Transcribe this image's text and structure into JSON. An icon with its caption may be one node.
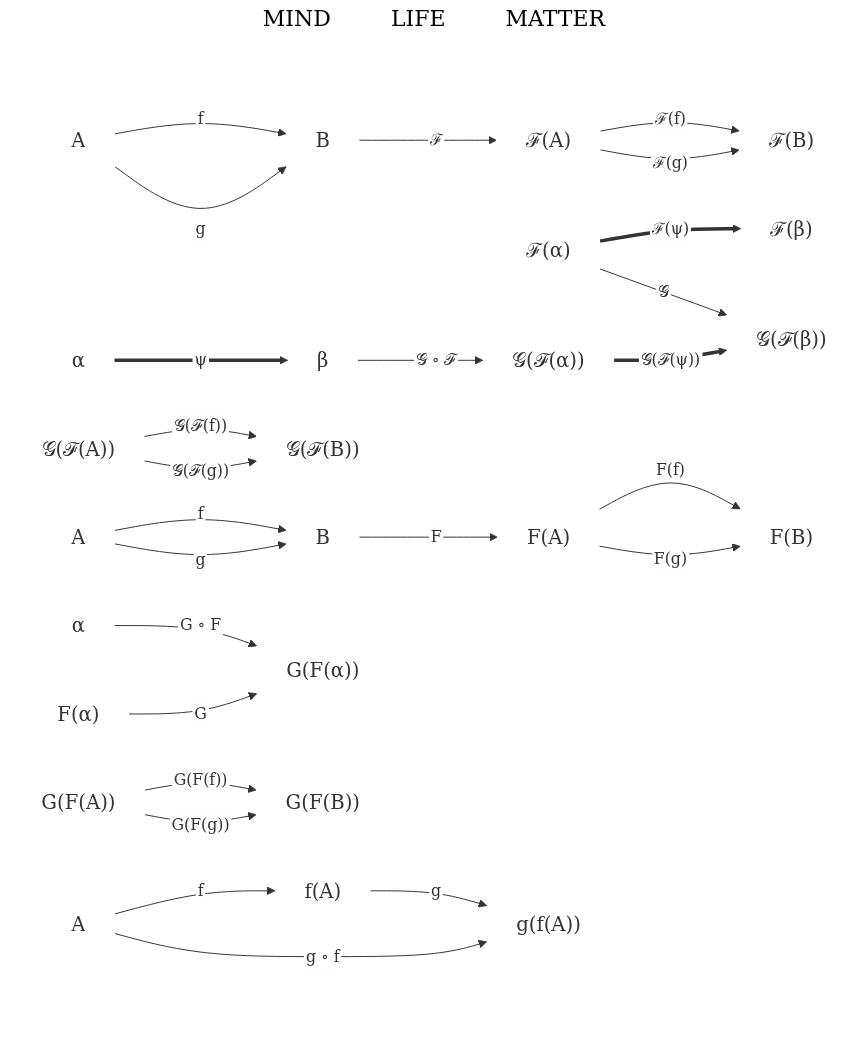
{
  "diagram": {
    "nodes": [
      {
        "text": [
          "A"
        ]
      },
      {
        "text": [
          "α"
        ]
      },
      {
        "text": [
          "β"
        ]
      },
      {
        "text": [
          "B"
        ]
      },
      {
        "text": [
          "ℱ(A)"
        ]
      },
      {
        "text": [
          "ℱ(α)"
        ]
      },
      {
        "text": [
          "ℱ(β)"
        ]
      },
      {
        "text": [
          "ℱ(B)"
        ]
      },
      {
        "text": [
          "𝒢(ℱ(A))"
        ]
      },
      {
        "text": [
          "𝒢(ℱ(α))"
        ]
      },
      {
        "text": [
          "𝒢(ℱ(β))"
        ]
      },
      {
        "text": [
          "𝒢(ℱ(B))"
        ]
      },
      {
        "text": [
          "A"
        ]
      },
      {
        "text": [
          "α"
        ]
      },
      {
        "text": [
          "B"
        ]
      },
      {
        "text": [
          "F(A)"
        ]
      },
      {
        "text": [
          "F(α)"
        ]
      },
      {
        "text": [
          "F(B)"
        ]
      },
      {
        "text": [
          "G(F(A))"
        ]
      },
      {
        "text": [
          "G(F(α))"
        ]
      },
      {
        "text": [
          "G(F(B))"
        ]
      },
      {
        "text": [
          "A"
        ]
      },
      {
        "text": [
          "f(A)"
        ]
      },
      {
        "text": [
          "g(f(A))"
        ]
      }
    ],
    "edges": [
      {
        "from": 0,
        "to": 3,
        "arrow": "to",
        "label": "f"
      },
      {
        "from": 0,
        "to": 3,
        "arrow": "to",
        "label": "g"
      },
      {
        "from": 1,
        "to": 2,
        "arrow": "to",
        "label": "ψ",
        "style": "thick"
      },
      {
        "from": 3,
        "to": 4,
        "arrow": "to",
        "label": "ℱ"
      },
      {
        "from": 4,
        "to": 7,
        "arrow": "to",
        "label": "ℱ(f)"
      },
      {
        "from": 4,
        "to": 7,
        "arrow": "to",
        "label": "ℱ(g)"
      },
      {
        "from": 5,
        "to": 6,
        "arrow": "to",
        "label": "ℱ(ψ)",
        "style": "thick"
      },
      {
        "from": 2,
        "to": 9,
        "arrow": "to",
        "label": "𝒢 ∘ ℱ"
      },
      {
        "from": 5,
        "to": 10,
        "arrow": "to",
        "label": "𝒢"
      },
      {
        "from": 8,
        "to": 11,
        "arrow": "to",
        "label": "𝒢(ℱ(f))"
      },
      {
        "from": 8,
        "to": 11,
        "arrow": "to",
        "label": "𝒢(ℱ(g))"
      },
      {
        "from": 9,
        "to": 10,
        "arrow": "to",
        "label": "𝒢(ℱ(ψ))",
        "style": "thick"
      },
      {
        "from": 12,
        "to": 14,
        "arrow": "to",
        "label": "f"
      },
      {
        "from": 12,
        "to": 14,
        "arrow": "to",
        "label": "g"
      },
      {
        "from": 14,
        "to": 15,
        "arrow": "to",
        "label": "F"
      },
      {
        "from": 15,
        "to": 17,
        "arrow": "to",
        "label": "F(f)"
      },
      {
        "from": 15,
        "to": 17,
        "arrow": "to",
        "label": "F(g)"
      },
      {
        "from": 13,
        "to": 19,
        "arrow": "to",
        "label": "G ∘ F"
      },
      {
        "from": 16,
        "to": 19,
        "arrow": "to",
        "label": "G"
      },
      {
        "from": 18,
        "to": 20,
        "arrow": "to",
        "label": "G(F(f))"
      },
      {
        "from": 18,
        "to": 20,
        "arrow": "to",
        "label": "G(F(g))"
      },
      {
        "from": 21,
        "to": 22,
        "arrow": "to",
        "label": "f"
      },
      {
        "from": 21,
        "to": 23,
        "arrow": "to",
        "label": "g ∘ f"
      },
      {
        "from": 22,
        "to": 23,
        "arrow": "to",
        "label": "g"
      }
    ],
    "labels": [
      "MIND",
      "LIFE",
      "MATTER"
    ]
  }
}
